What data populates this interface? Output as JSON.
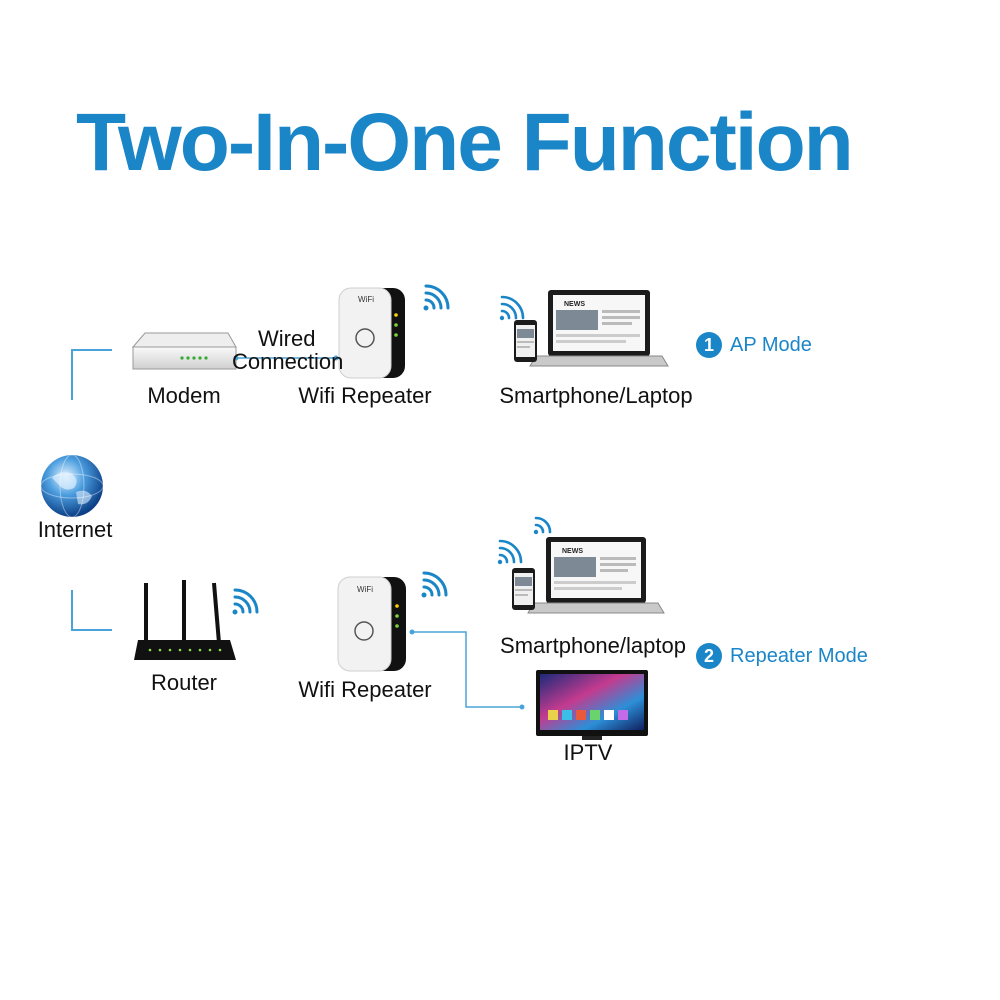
{
  "title": "Two-In-One Function",
  "internet_label": "Internet",
  "ap_section": {
    "modem_label": "Modem",
    "wired_line1": "Wired",
    "wired_line2": "Connection",
    "repeater_label": "Wifi Repeater",
    "devices_label": "Smartphone/Laptop",
    "mode_number": "1",
    "mode_label": "AP Mode"
  },
  "repeater_section": {
    "router_label": "Router",
    "repeater_label": "Wifi Repeater",
    "devices_label": "Smartphone/laptop",
    "iptv_label": "IPTV",
    "mode_number": "2",
    "mode_label": "Repeater Mode"
  },
  "colors": {
    "accent": "#1a86c8",
    "connector": "#4aa3d8",
    "router_body": "#111111",
    "repeater_body": "#f4f4f4"
  },
  "device_text": {
    "screen_headline": "NEWS",
    "repeater_brand": "WiFi"
  }
}
